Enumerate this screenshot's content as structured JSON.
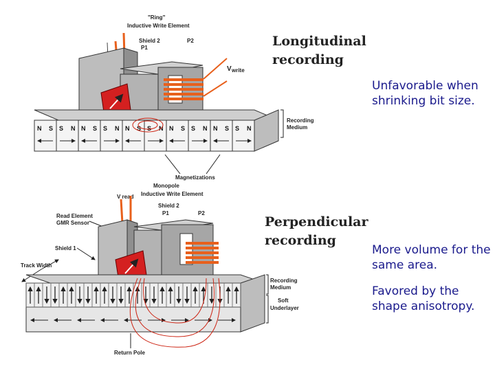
{
  "notes": {
    "note1": "Unfavorable when shrinking bit size.",
    "note2": "More volume for the same area.",
    "note3": "Favored by the shape anisotropy."
  },
  "longitudinal": {
    "title_line1": "Longitudinal",
    "title_line2": "recording",
    "ring_label_line1": "\"Ring\"",
    "ring_label_line2": "Inductive Write Element",
    "shield2_label": "Shield 2",
    "p1_label": "P1",
    "p2_label": "P2",
    "vwrite_v": "V",
    "vwrite_sub": "write",
    "medium_line1": "Recording",
    "medium_line2": "Medium",
    "bits": [
      "N S",
      "S N",
      "N S",
      "S N",
      "N S",
      "S N",
      "N S",
      "S N",
      "N S",
      "S N"
    ]
  },
  "perpendicular": {
    "title_line1": "Perpendicular",
    "title_line2": "recording",
    "magnetizations": "Magnetizations",
    "monopole_line1": "Monopole",
    "monopole_line2": "Inductive Write Element",
    "vread": "V read",
    "shield2_label": "Shield 2",
    "p1_label": "P1",
    "p2_label": "P2",
    "read_element_line1": "Read Element",
    "read_element_line2": "GMR Sensor",
    "shield1_label": "Shield 1",
    "track_width": "Track Width",
    "medium_line1": "Recording",
    "medium_line2": "Medium",
    "soft_line1": "Soft",
    "soft_line2": "Underlayer",
    "return_pole": "Return Pole"
  },
  "colors": {
    "accent_text": "#1a1a8c",
    "coil": "#e8601c",
    "sensor": "#d42020",
    "head_gray": "#a9a9a9"
  }
}
